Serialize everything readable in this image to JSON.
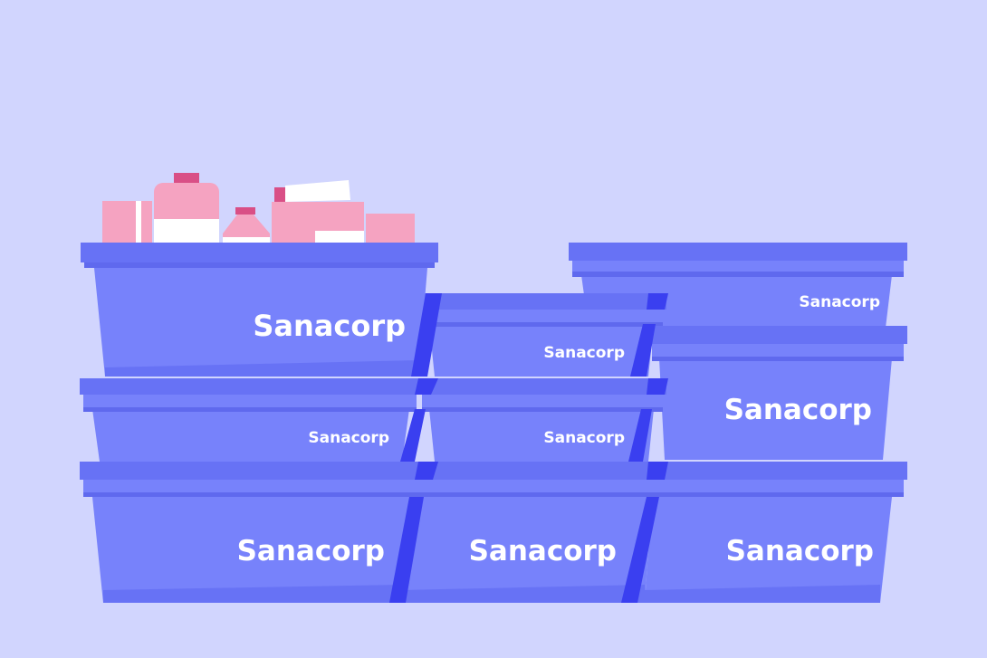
{
  "scene": {
    "description_colors": {
      "background": "#D1D5FE",
      "crate_body": "#7782FB",
      "crate_rim": "#6772F5",
      "crate_rim_light": "#8792FD",
      "crate_shadow": "#5F69EE",
      "strap": "#3A3FF0",
      "product_pink": "#F5A3C1",
      "product_dark_pink": "#D94F86",
      "product_white": "#FFFFFF"
    }
  },
  "crates": [
    {
      "id": "top-left",
      "brand": "Sanacorp"
    },
    {
      "id": "top-right",
      "brand": "Sanacorp"
    },
    {
      "id": "middle-center-upper",
      "brand": "Sanacorp"
    },
    {
      "id": "middle-right",
      "brand": "Sanacorp"
    },
    {
      "id": "middle-left",
      "brand": "Sanacorp"
    },
    {
      "id": "middle-center-lower",
      "brand": "Sanacorp"
    },
    {
      "id": "bottom-left",
      "brand": "Sanacorp"
    },
    {
      "id": "bottom-center",
      "brand": "Sanacorp"
    },
    {
      "id": "bottom-right",
      "brand": "Sanacorp"
    }
  ],
  "icons": {
    "products": [
      "box-icon",
      "bottle-icon",
      "vial-icon",
      "tube-icon",
      "package-icon",
      "box-icon"
    ]
  }
}
